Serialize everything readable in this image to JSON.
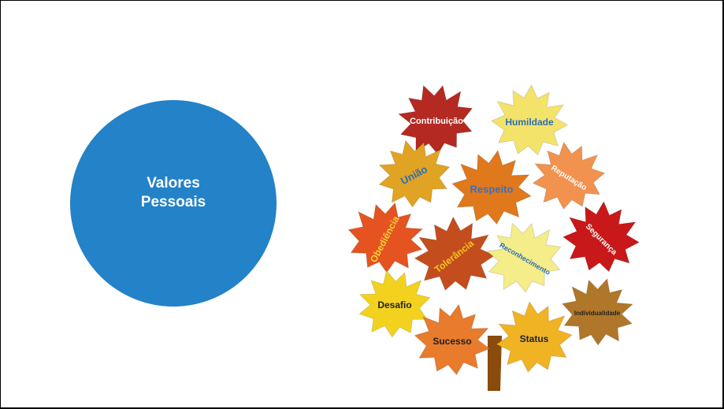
{
  "title_circle": {
    "line1": "Valores",
    "line2": "Pessoais",
    "color": "#2382c8"
  },
  "tree": {
    "trunk_color": "#8a4b0c",
    "leaves": [
      {
        "id": "contribuicao",
        "label": "Contribuição",
        "fill": "#b42a22",
        "text_color": "#ffffff",
        "rotate": 0
      },
      {
        "id": "humildade",
        "label": "Humildade",
        "fill": "#f4e36b",
        "text_color": "#2a6fb5",
        "rotate": 0
      },
      {
        "id": "uniao",
        "label": "União",
        "fill": "#e1a324",
        "text_color": "#2a6fb5",
        "rotate": -28
      },
      {
        "id": "respeito",
        "label": "Respeito",
        "fill": "#e0781c",
        "text_color": "#3a6fc4",
        "rotate": 0
      },
      {
        "id": "reputacao",
        "label": "Reputação",
        "fill": "#f2924f",
        "text_color": "#ffffff",
        "rotate": 32
      },
      {
        "id": "obediencia",
        "label": "Obediência",
        "fill": "#e55320",
        "text_color": "#f5d23a",
        "rotate": -62
      },
      {
        "id": "tolerancia",
        "label": "Tolerância",
        "fill": "#c44d1d",
        "text_color": "#f6c51f",
        "rotate": -38
      },
      {
        "id": "reconhecimento",
        "label": "Reconhecimento",
        "fill": "#f5ec8a",
        "text_color": "#2a6fb5",
        "rotate": 30
      },
      {
        "id": "seguranca",
        "label": "Segurança",
        "fill": "#c8181a",
        "text_color": "#ffffff",
        "rotate": 45
      },
      {
        "id": "desafio",
        "label": "Desafio",
        "fill": "#f2d21e",
        "text_color": "#222222",
        "rotate": 0
      },
      {
        "id": "sucesso",
        "label": "Sucesso",
        "fill": "#e87b2c",
        "text_color": "#222222",
        "rotate": 0
      },
      {
        "id": "status",
        "label": "Status",
        "fill": "#f0b323",
        "text_color": "#222222",
        "rotate": 0
      },
      {
        "id": "individualidade",
        "label": "Individualidade",
        "fill": "#b0772a",
        "text_color": "#222222",
        "rotate": 0
      }
    ]
  }
}
